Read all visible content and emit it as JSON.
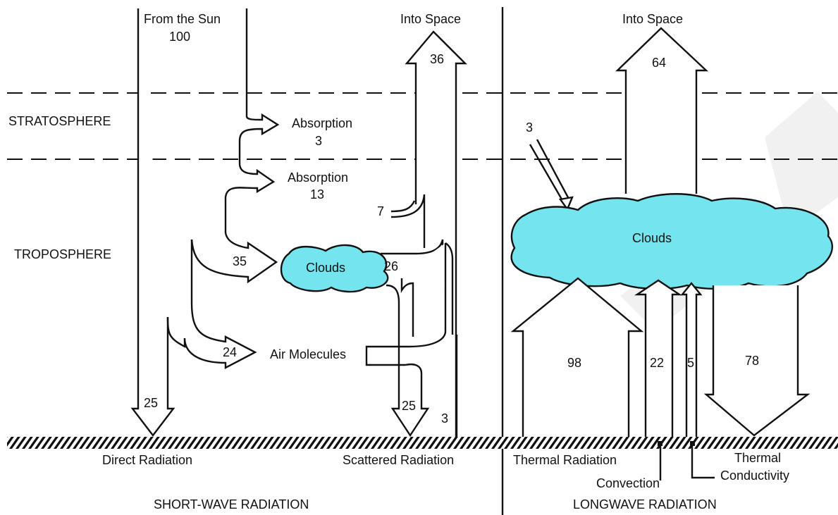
{
  "shortwave": {
    "from_sun": "From the Sun",
    "sun_value": "100",
    "into_space": "Into Space",
    "space_value": "36",
    "absorption_strato": "Absorption",
    "absorption_strato_value": "3",
    "absorption_tropo": "Absorption",
    "absorption_tropo_value": "13",
    "reflect_value": "7",
    "to_clouds_value": "35",
    "clouds_label": "Clouds",
    "cloud_reflect_value": "26",
    "air_value": "24",
    "air_label": "Air Molecules",
    "direct_value": "25",
    "scattered_value": "25",
    "ground_reflect_value": "3",
    "direct_label": "Direct Radiation",
    "scattered_label": "Scattered Radiation",
    "title": "SHORT-WAVE RADIATION"
  },
  "layers": {
    "stratosphere": "STRATOSPHERE",
    "troposphere": "TROPOSPHERE"
  },
  "longwave": {
    "into_space": "Into Space",
    "space_value": "64",
    "absorbed_value": "3",
    "clouds_label": "Clouds",
    "thermal_value": "98",
    "convection_value": "22",
    "conduct_value": "5",
    "back_value": "78",
    "thermal_label": "Thermal Radiation",
    "convection_label": "Convection",
    "conduct_label_1": "Thermal",
    "conduct_label_2": "Conductivity",
    "title": "LONGWAVE RADIATION"
  },
  "colors": {
    "cloud": "#74e4ee",
    "line": "#111111"
  }
}
